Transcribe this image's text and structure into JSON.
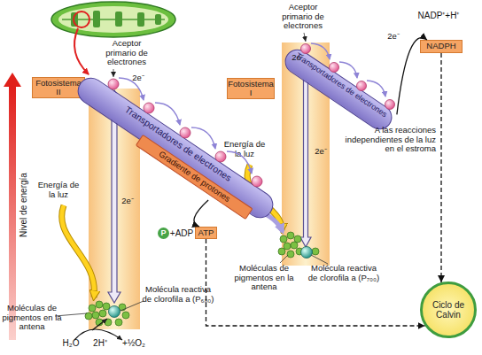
{
  "diagram": {
    "nodes": [
      {
        "text": [
          "Fotosistema II"
        ]
      },
      {
        "text": [
          "Transportadores de electrones"
        ]
      },
      {
        "text": [
          "Gradiente de protones"
        ],
        "in": 1
      },
      {
        "text": [
          "Fotosistema I"
        ]
      },
      {
        "text": [
          "Transportadores de electrones"
        ]
      },
      {
        "text": [
          "NADPH"
        ]
      },
      {
        "text": [
          "P"
        ]
      },
      {
        "text": [
          "ATP"
        ]
      },
      {
        "text": [
          "Ciclo de Calvin"
        ]
      }
    ],
    "edges": [
      {
        "from": 2,
        "to": 7,
        "arrow": "to"
      },
      {
        "from": 4,
        "to": 5,
        "arrow": "to"
      },
      {
        "from": 5,
        "to": 8,
        "arrow": "to"
      },
      {
        "from": 7,
        "to": 8,
        "arrow": "to"
      }
    ],
    "labels": [
      "Aceptor primario de electrones",
      "Aceptor primario de electrones",
      "Nivel de energía",
      "2e⁻",
      "2e⁻",
      "Energía de la luz",
      "Moléculas de pigmentos en la antena",
      "Molécula reactiva de clorofila a (P₆₈₀)",
      "H₂O",
      "2H⁺",
      "+½O₂",
      "+ADP",
      "2e⁻",
      "2e⁻",
      "2e⁻",
      "Energía de la luz",
      "Moléculas de pigmentos en la antena",
      "Molécula reactiva de clorofila a (P₇₀₀)",
      "NADP⁺+H⁺",
      "A las reacciones independientes de la luz en el estroma"
    ]
  }
}
